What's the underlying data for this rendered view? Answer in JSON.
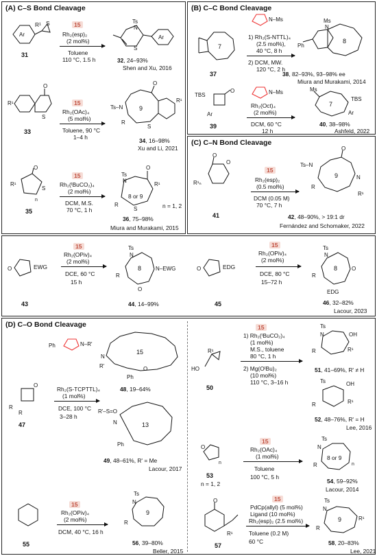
{
  "panels": {
    "A": "(A) C–S Bond Cleavage",
    "B": "(B) C–C Bond Cleavage",
    "C": "(C) C–N Bond Cleavage",
    "D": "(D) C–O Bond Cleavage"
  },
  "cat": "15",
  "rxA1": {
    "sm": "31",
    "c1": "Rh₂(esp)₂",
    "c2": "(2 mol%)",
    "c3": "Toluene",
    "c4": "110 °C, 1.5 h",
    "prod": "32",
    "yield": ", 24–93%",
    "ref": "Shen and Xu, 2016",
    "ring": "",
    "ar": "Ar",
    "r1": "R¹",
    "s": "S",
    "ts": "Ts",
    "n": "N"
  },
  "rxA2": {
    "sm": "33",
    "c1": "Rh₂(OAc)₄",
    "c2": "(5 mol%)",
    "c3": "Toluene, 90 °C",
    "c4": "1–4 h",
    "prod": "34",
    "yield": ", 16–98%",
    "ref": "Xu and Li, 2021",
    "ring": "9"
  },
  "rxA3": {
    "sm": "35",
    "c1": "Rh₂(ᵗBuCO₂)₄",
    "c2": "(2 mol%)",
    "c3": "DCM, M.S.",
    "c4": "70 °C, 1 h",
    "prod": "36",
    "yield": ", 75–98%",
    "ref": "Miura and Murakami, 2015",
    "ring": "8 or 9",
    "note": "n = 1, 2"
  },
  "rxB1": {
    "sm": "37",
    "c1": "1) Rh₂(S-NTTL)₄",
    "c2": "(2.5 mol%),",
    "c3": "40 °C, 8 h",
    "c4": "2) DCM, MW.",
    "c5": "120 °C, 2 h",
    "prod": "38",
    "yield": ", 82–93%, 93–98% ee",
    "ref": "Miura and Murakami, 2014",
    "ring": "8",
    "smring": "7",
    "ms": "Ms"
  },
  "rxB2": {
    "sm": "39",
    "c1": "Rh₂(Oct)₄",
    "c2": "(2 mol%)",
    "c3": "DCM, 60 °C",
    "c4": "12 h",
    "prod": "40",
    "yield": ", 38–98%",
    "ref": "Ashfeld, 2022",
    "ring": "7",
    "tbs": "TBS"
  },
  "rxC1": {
    "sm": "41",
    "c1": "Rh₂(esp)₂",
    "c2": "(0.5 mol%)",
    "c3": "DCM (0.05 M)",
    "c4": "70 °C, 7 h",
    "prod": "42",
    "yield": ", 48–90%, > 19:1 dr",
    "ref": "Fernández and Schomaker, 2022",
    "ring": "9"
  },
  "rxE1": {
    "sm": "43",
    "c1": "Rh₂(OPiv)₄",
    "c2": "(2 mol%)",
    "c3": "DCE, 60 °C",
    "c4": "15 h",
    "prod": "44",
    "yield": ", 14–99%",
    "ring": "8",
    "ewg": "EWG"
  },
  "rxE2": {
    "sm": "45",
    "c1": "Rh₂(OPiv)₄",
    "c2": "(2 mol%)",
    "c3": "DCE, 80 °C",
    "c4": "15–72 h",
    "prod": "46",
    "yield": ", 32–82%",
    "ref": "Lacour, 2023",
    "ring": "8",
    "edg": "EDG"
  },
  "rxD1": {
    "sm": "47",
    "c1": "Rh₂(S-TCPTTL)₄",
    "c2": "(1 mol%)",
    "c3": "DCE, 100 °C",
    "c4": "3–28 h",
    "prod": "48",
    "yield": ", 19–64%",
    "prod2": "49",
    "yield2": ", 48–61%, R' = Me",
    "ref": "Lacour, 2017",
    "ring": "15",
    "ring2": "13"
  },
  "rxD2": {
    "sm": "50",
    "c1": "1) Rh₂(ᵗBuCO₂)₄",
    "c2": "(1 mol%)",
    "c3": "M.S., toluene",
    "c4": "80 °C, 1 h",
    "c5": "2) Mg(OᵗBu)₂",
    "c6": "(10 mol%)",
    "c7": "110 °C, 3–16 h",
    "prod": "51",
    "yield": ", 41–69%, R' ≠ H",
    "prod2": "52",
    "yield2": ", 48–76%, R' = H",
    "ref": "Lee, 2016"
  },
  "rxD3": {
    "sm": "53",
    "note": "n = 1, 2",
    "c1": "Rh₂(OAc)₄",
    "c2": "(1 mol%)",
    "c3": "Toluene",
    "c4": "100 °C, 5 h",
    "prod": "54",
    "yield": ", 59–92%",
    "ref": "Lacour, 2014",
    "ring": "8 or 9"
  },
  "rxD4": {
    "sm": "55",
    "c1": "Rh₂(OPiv)₄",
    "c2": "(2 mol%)",
    "c3": "DCM, 40 °C, 16 h",
    "prod": "56",
    "yield": ", 39–80%",
    "ref": "Beller, 2015",
    "ring": "9"
  },
  "rxD5": {
    "sm": "57",
    "c1": "PdCp(allyl) (5 mol%)",
    "c2": "Ligand (10 mol%)",
    "c3": "Rh₂(esp)₂ (2.5 mol%)",
    "c4": "Toluene (0.2 M)",
    "c5": "60 °C",
    "prod": "58",
    "yield": ", 20–83%",
    "ref": "Lee, 2021",
    "ring": "9"
  }
}
